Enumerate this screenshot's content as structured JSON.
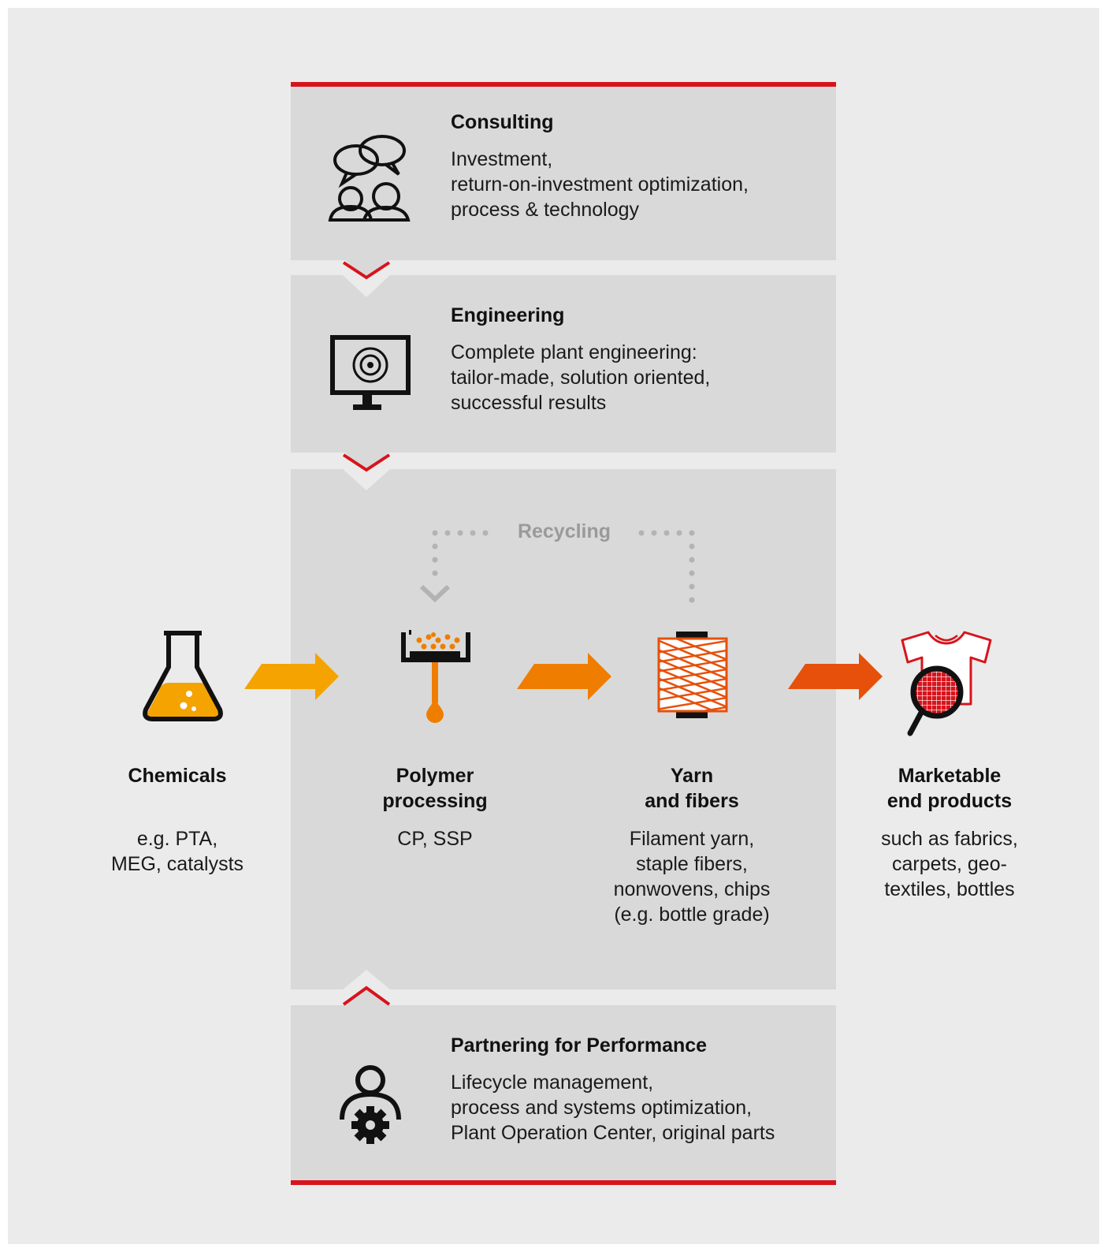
{
  "consulting": {
    "title": "Consulting",
    "text": "Investment,\nreturn-on-investment optimization,\nprocess & technology"
  },
  "engineering": {
    "title": "Engineering",
    "text": "Complete plant engineering:\ntailor-made, solution oriented,\nsuccessful results"
  },
  "recycling": {
    "label": "Recycling"
  },
  "stages": [
    {
      "title": "Chemicals",
      "text": "e.g. PTA,\nMEG, catalysts",
      "icon": "flask-icon"
    },
    {
      "title": "Polymer\nprocessing",
      "text": "CP, SSP",
      "icon": "polymer-extrusion-icon"
    },
    {
      "title": "Yarn\nand fibers",
      "text": "Filament yarn,\nstaple fibers,\nnonwovens, chips\n(e.g. bottle grade)",
      "icon": "yarn-bobbin-icon"
    },
    {
      "title": "Marketable\nend products",
      "text": "such as fabrics,\ncarpets, geo-\ntextiles, bottles",
      "icon": "tshirt-magnifier-icon"
    }
  ],
  "partnering": {
    "title": "Partnering for Performance",
    "text": "Lifecycle management,\nprocess and systems optimization,\nPlant Operation Center, original parts"
  },
  "icons": {
    "consulting": "chat-people-icon",
    "engineering": "monitor-icon",
    "partnering": "person-gear-icon"
  },
  "colors": {
    "accent_red": "#d7141c",
    "arrow_yellow": "#f4a300",
    "arrow_orange": "#ef7d00",
    "arrow_red_orange": "#e6500a",
    "panel_gray": "#d9d9d9",
    "background": "#ebebeb",
    "recycle_gray": "#9a9a9a"
  }
}
